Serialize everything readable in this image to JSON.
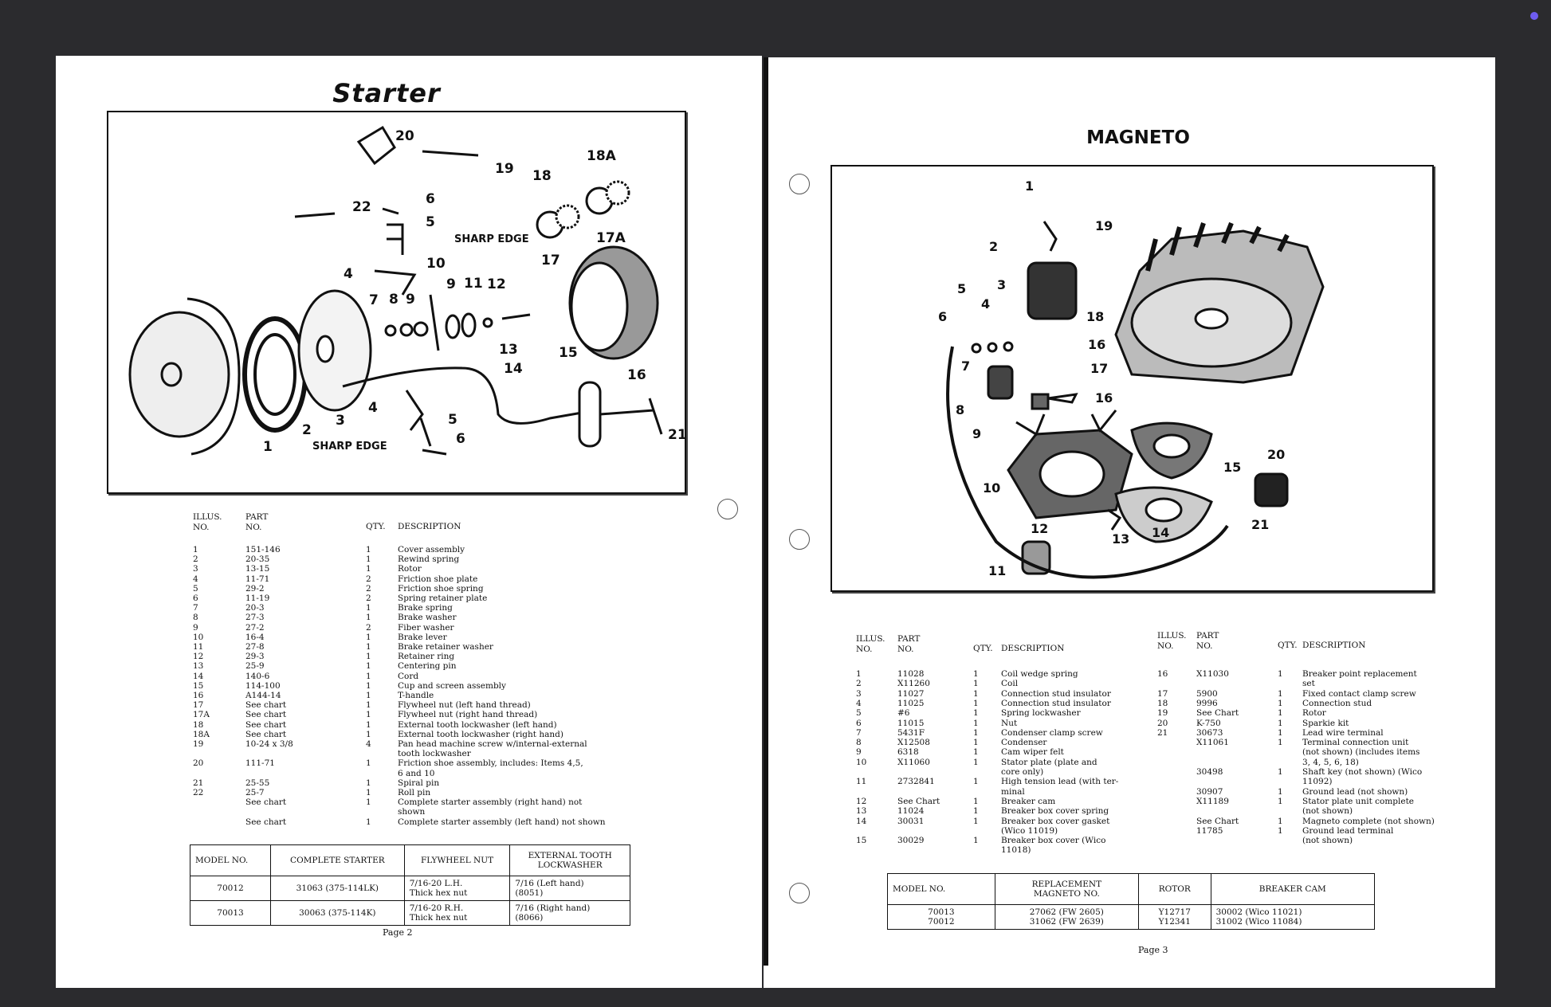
{
  "starter": {
    "title": "Starter",
    "callouts": [
      "20",
      "19",
      "18A",
      "18",
      "22",
      "6",
      "5",
      "SHARP EDGE",
      "17",
      "17A",
      "4",
      "10",
      "7",
      "8",
      "9",
      "9",
      "11",
      "12",
      "13",
      "15",
      "14",
      "16",
      "1",
      "2",
      "3",
      "4",
      "5",
      "6",
      "SHARP EDGE",
      "21"
    ],
    "headers": {
      "illus": "ILLUS.\nNO.",
      "part": "PART\nNO.",
      "qty": "QTY.",
      "desc": "DESCRIPTION"
    },
    "rows": [
      {
        "illus": "1",
        "part": "151-146",
        "qty": "1",
        "desc": "Cover assembly"
      },
      {
        "illus": "2",
        "part": "20-35",
        "qty": "1",
        "desc": "Rewind spring"
      },
      {
        "illus": "3",
        "part": "13-15",
        "qty": "1",
        "desc": "Rotor"
      },
      {
        "illus": "4",
        "part": "11-71",
        "qty": "2",
        "desc": "Friction shoe plate"
      },
      {
        "illus": "5",
        "part": "29-2",
        "qty": "2",
        "desc": "Friction shoe spring"
      },
      {
        "illus": "6",
        "part": "11-19",
        "qty": "2",
        "desc": "Spring retainer plate"
      },
      {
        "illus": "7",
        "part": "20-3",
        "qty": "1",
        "desc": "Brake spring"
      },
      {
        "illus": "8",
        "part": "27-3",
        "qty": "1",
        "desc": "Brake washer"
      },
      {
        "illus": "9",
        "part": "27-2",
        "qty": "2",
        "desc": "Fiber washer"
      },
      {
        "illus": "10",
        "part": "16-4",
        "qty": "1",
        "desc": "Brake lever"
      },
      {
        "illus": "11",
        "part": "27-8",
        "qty": "1",
        "desc": "Brake retainer washer"
      },
      {
        "illus": "12",
        "part": "29-3",
        "qty": "1",
        "desc": "Retainer ring"
      },
      {
        "illus": "13",
        "part": "25-9",
        "qty": "1",
        "desc": "Centering pin"
      },
      {
        "illus": "14",
        "part": "140-6",
        "qty": "1",
        "desc": "Cord"
      },
      {
        "illus": "15",
        "part": "114-100",
        "qty": "1",
        "desc": "Cup and screen assembly"
      },
      {
        "illus": "16",
        "part": "A144-14",
        "qty": "1",
        "desc": "T-handle"
      },
      {
        "illus": "17",
        "part": "See chart",
        "qty": "1",
        "desc": "Flywheel nut (left hand thread)"
      },
      {
        "illus": "17A",
        "part": "See chart",
        "qty": "1",
        "desc": "Flywheel nut (right hand thread)"
      },
      {
        "illus": "18",
        "part": "See chart",
        "qty": "1",
        "desc": "External tooth lockwasher (left hand)"
      },
      {
        "illus": "18A",
        "part": "See chart",
        "qty": "1",
        "desc": "External tooth lockwasher (right hand)"
      },
      {
        "illus": "19",
        "part": "10-24 x 3/8",
        "qty": "4",
        "desc": "Pan head machine screw w/internal-external",
        "desc2": "tooth lockwasher"
      },
      {
        "illus": "20",
        "part": "111-71",
        "qty": "1",
        "desc": "Friction shoe assembly, includes: Items 4,5,",
        "desc2": "6 and 10"
      },
      {
        "illus": "21",
        "part": "25-55",
        "qty": "1",
        "desc": "Spiral pin"
      },
      {
        "illus": "22",
        "part": "25-7",
        "qty": "1",
        "desc": "Roll pin"
      },
      {
        "illus": "",
        "part": "See chart",
        "qty": "1",
        "desc": "Complete starter assembly (right hand) not",
        "desc2": "shown"
      },
      {
        "illus": "",
        "part": "See chart",
        "qty": "1",
        "desc": "Complete starter assembly (left hand) not shown"
      }
    ],
    "model_table": {
      "headers": [
        "MODEL NO.",
        "COMPLETE STARTER",
        "FLYWHEEL NUT",
        "EXTERNAL TOOTH\nLOCKWASHER"
      ],
      "rows": [
        [
          "70012",
          "31063 (375-114LK)",
          "7/16-20 L.H.\nThick hex nut",
          "7/16 (Left hand)\n(8051)"
        ],
        [
          "70013",
          "30063 (375-114K)",
          "7/16-20 R.H.\nThick hex nut",
          "7/16 (Right hand)\n(8066)"
        ]
      ]
    },
    "page": "Page 2"
  },
  "magneto": {
    "title": "MAGNETO",
    "callouts": [
      "1",
      "19",
      "2",
      "3",
      "5",
      "4",
      "6",
      "18",
      "16",
      "7",
      "17",
      "16",
      "8",
      "9",
      "10",
      "15",
      "20",
      "12",
      "13",
      "14",
      "21",
      "11"
    ],
    "headers": {
      "illus": "ILLUS.\nNO.",
      "part": "PART\nNO.",
      "qty": "QTY.",
      "desc": "DESCRIPTION"
    },
    "rows_left": [
      {
        "illus": "1",
        "part": "11028",
        "qty": "1",
        "desc": "Coil wedge spring"
      },
      {
        "illus": "2",
        "part": "X11260",
        "qty": "1",
        "desc": "Coil"
      },
      {
        "illus": "3",
        "part": "11027",
        "qty": "1",
        "desc": "Connection stud insulator"
      },
      {
        "illus": "4",
        "part": "11025",
        "qty": "1",
        "desc": "Connection stud insulator"
      },
      {
        "illus": "5",
        "part": "#6",
        "qty": "1",
        "desc": "Spring lockwasher"
      },
      {
        "illus": "6",
        "part": "11015",
        "qty": "1",
        "desc": "Nut"
      },
      {
        "illus": "7",
        "part": "5431F",
        "qty": "1",
        "desc": "Condenser clamp screw"
      },
      {
        "illus": "8",
        "part": "X12508",
        "qty": "1",
        "desc": "Condenser"
      },
      {
        "illus": "9",
        "part": "6318",
        "qty": "1",
        "desc": "Cam wiper felt"
      },
      {
        "illus": "10",
        "part": "X11060",
        "qty": "1",
        "desc": "Stator plate (plate and",
        "desc2": "core only)"
      },
      {
        "illus": "11",
        "part": "2732841",
        "qty": "1",
        "desc": "High tension lead (with ter-",
        "desc2": "minal"
      },
      {
        "illus": "12",
        "part": "See Chart",
        "qty": "1",
        "desc": "Breaker cam"
      },
      {
        "illus": "13",
        "part": "11024",
        "qty": "1",
        "desc": "Breaker box cover spring"
      },
      {
        "illus": "14",
        "part": "30031",
        "qty": "1",
        "desc": "Breaker box cover gasket",
        "desc2": "(Wico 11019)"
      },
      {
        "illus": "15",
        "part": "30029",
        "qty": "1",
        "desc": "Breaker box cover (Wico",
        "desc2": "11018)"
      }
    ],
    "rows_right": [
      {
        "illus": "16",
        "part": "X11030",
        "qty": "1",
        "desc": "Breaker point replacement",
        "desc2": "set"
      },
      {
        "illus": "17",
        "part": "5900",
        "qty": "1",
        "desc": "Fixed contact clamp screw"
      },
      {
        "illus": "18",
        "part": "9996",
        "qty": "1",
        "desc": "Connection stud"
      },
      {
        "illus": "19",
        "part": "See Chart",
        "qty": "1",
        "desc": "Rotor"
      },
      {
        "illus": "20",
        "part": "K-750",
        "qty": "1",
        "desc": "Sparkie kit"
      },
      {
        "illus": "21",
        "part": "30673",
        "qty": "1",
        "desc": "Lead wire terminal"
      },
      {
        "illus": "",
        "part": "X11061",
        "qty": "1",
        "desc": "Terminal connection unit",
        "desc2": "(not shown) (includes items",
        "desc3": "3, 4, 5, 6, 18)"
      },
      {
        "illus": "",
        "part": "30498",
        "qty": "1",
        "desc": "Shaft key (not shown) (Wico",
        "desc2": "11092)"
      },
      {
        "illus": "",
        "part": "30907",
        "qty": "1",
        "desc": "Ground lead (not shown)"
      },
      {
        "illus": "",
        "part": "X11189",
        "qty": "1",
        "desc": "Stator plate unit complete",
        "desc2": "(not shown)"
      },
      {
        "illus": "",
        "part": "See Chart",
        "qty": "1",
        "desc": "Magneto complete (not shown)"
      },
      {
        "illus": "",
        "part": "11785",
        "qty": "1",
        "desc": "Ground lead terminal",
        "desc2": "(not shown)"
      }
    ],
    "model_table": {
      "headers": [
        "MODEL NO.",
        "REPLACEMENT\nMAGNETO NO.",
        "ROTOR",
        "BREAKER CAM"
      ],
      "rows": [
        [
          "70013\n70012",
          "27062 (FW 2605)\n31062 (FW 2639)",
          "Y12717\nY12341",
          "30002 (Wico 11021)\n31002 (Wico 11084)"
        ]
      ]
    },
    "page": "Page 3"
  }
}
